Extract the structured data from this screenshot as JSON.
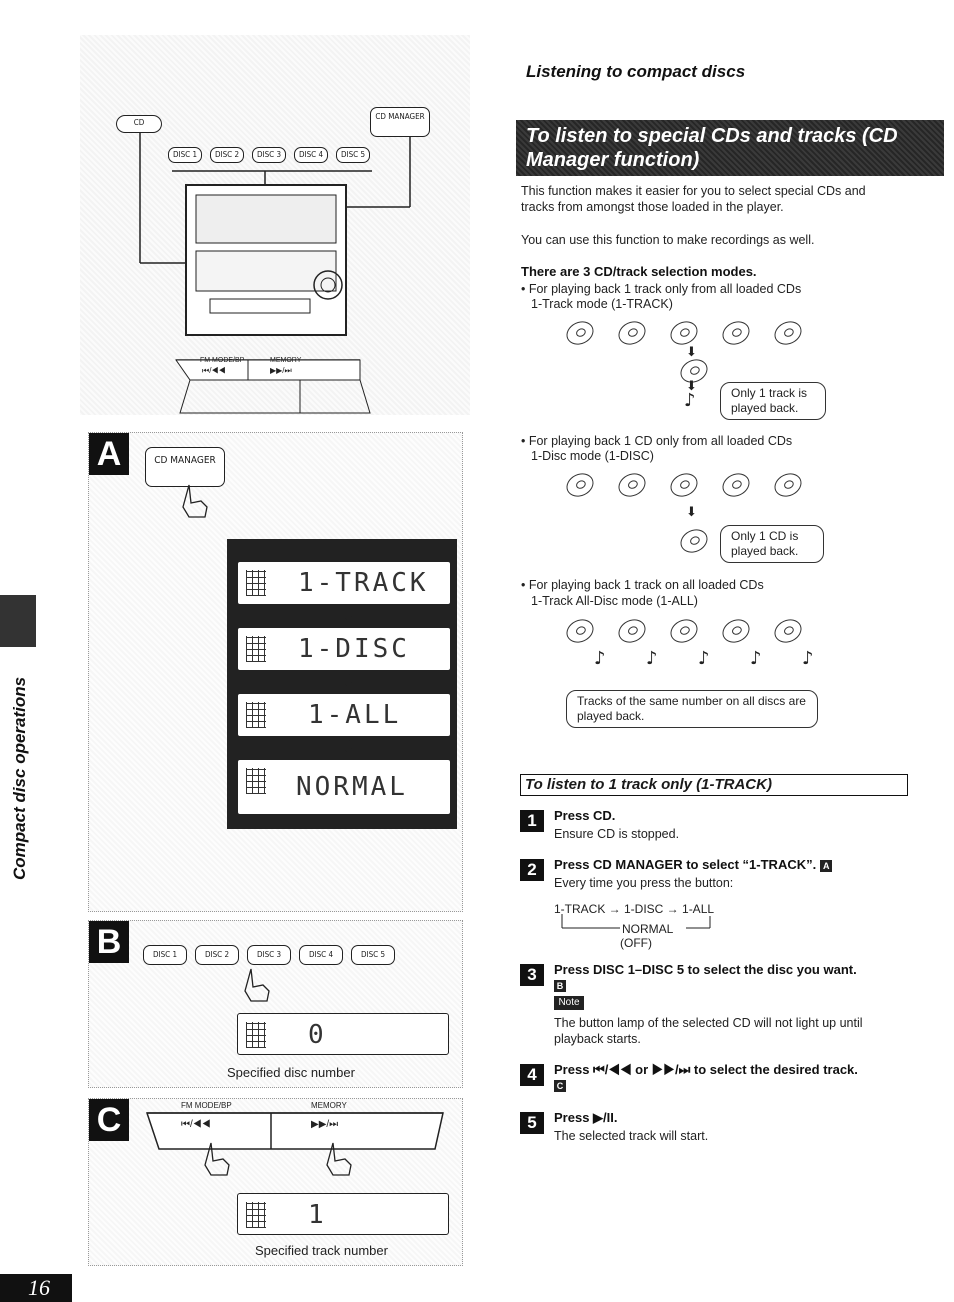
{
  "page": {
    "section_title": "Listening to compact discs",
    "side_label": "Compact disc operations",
    "page_number": "16"
  },
  "banner": {
    "title": "To listen to special CDs and tracks (CD Manager function)"
  },
  "intro": [
    "This function makes it easier for you to select special CDs and tracks from amongst those loaded in the player.",
    "You can use this function to make recordings as well."
  ],
  "modes": {
    "heading": "There are 3 CD/track selection modes.",
    "items": [
      {
        "bullet": "• For playing back 1 track only from all loaded CDs",
        "mode": "1-Track mode (1-TRACK)",
        "bubble": "Only 1 track is played back."
      },
      {
        "bullet": "• For playing back 1 CD only from all loaded CDs",
        "mode": "1-Disc mode (1-DISC)",
        "bubble": "Only 1 CD is played back."
      },
      {
        "bullet": "• For playing back 1 track on all loaded CDs",
        "mode": "1-Track All-Disc mode (1-ALL)",
        "bubble": "Tracks of the same number on all discs are played back."
      }
    ]
  },
  "subheading": "To listen to 1 track only (1-TRACK)",
  "steps": [
    {
      "num": "1",
      "title": "Press CD.",
      "desc": "Ensure CD is stopped."
    },
    {
      "num": "2",
      "title": "Press CD MANAGER to select “1-TRACK”.",
      "ref": "A",
      "desc": "Every time you press the button:"
    },
    {
      "num": "3",
      "title": "Press DISC 1–DISC 5 to select the disc you want.",
      "ref": "B",
      "note": "Note",
      "desc": "The button lamp of the selected CD will not light up until playback starts."
    },
    {
      "num": "4",
      "title": "Press ⏮/◀◀ or ▶▶/⏭ to select the desired track.",
      "ref": "C"
    },
    {
      "num": "5",
      "title": "Press ▶/II.",
      "desc": "The selected track will start."
    }
  ],
  "flow": {
    "line": "1-TRACK → 1-DISC → 1-ALL",
    "normal": "NORMAL",
    "off": "(OFF)"
  },
  "figure_top": {
    "cd_button": "CD",
    "cd_manager_button": "CD MANAGER",
    "disc_buttons": [
      "DISC 1",
      "DISC 2",
      "DISC 3",
      "DISC 4",
      "DISC 5"
    ],
    "fm_mode": "FM MODE/BP",
    "memory": "MEMORY",
    "skip_back": "⏮/◀◀",
    "skip_fwd": "▶▶/⏭"
  },
  "panel_a": {
    "letter": "A",
    "button": "CD MANAGER",
    "displays": [
      "1-TRACK",
      "1-DISC",
      "1-ALL",
      "NORMAL"
    ]
  },
  "panel_b": {
    "letter": "B",
    "buttons": [
      "DISC 1",
      "DISC 2",
      "DISC 3",
      "DISC 4",
      "DISC 5"
    ],
    "display": "0",
    "caption": "Specified disc number"
  },
  "panel_c": {
    "letter": "C",
    "fm_mode": "FM MODE/BP",
    "memory": "MEMORY",
    "skip_back": "⏮/◀◀",
    "skip_fwd": "▶▶/⏭",
    "display": "1",
    "caption": "Specified track number"
  }
}
